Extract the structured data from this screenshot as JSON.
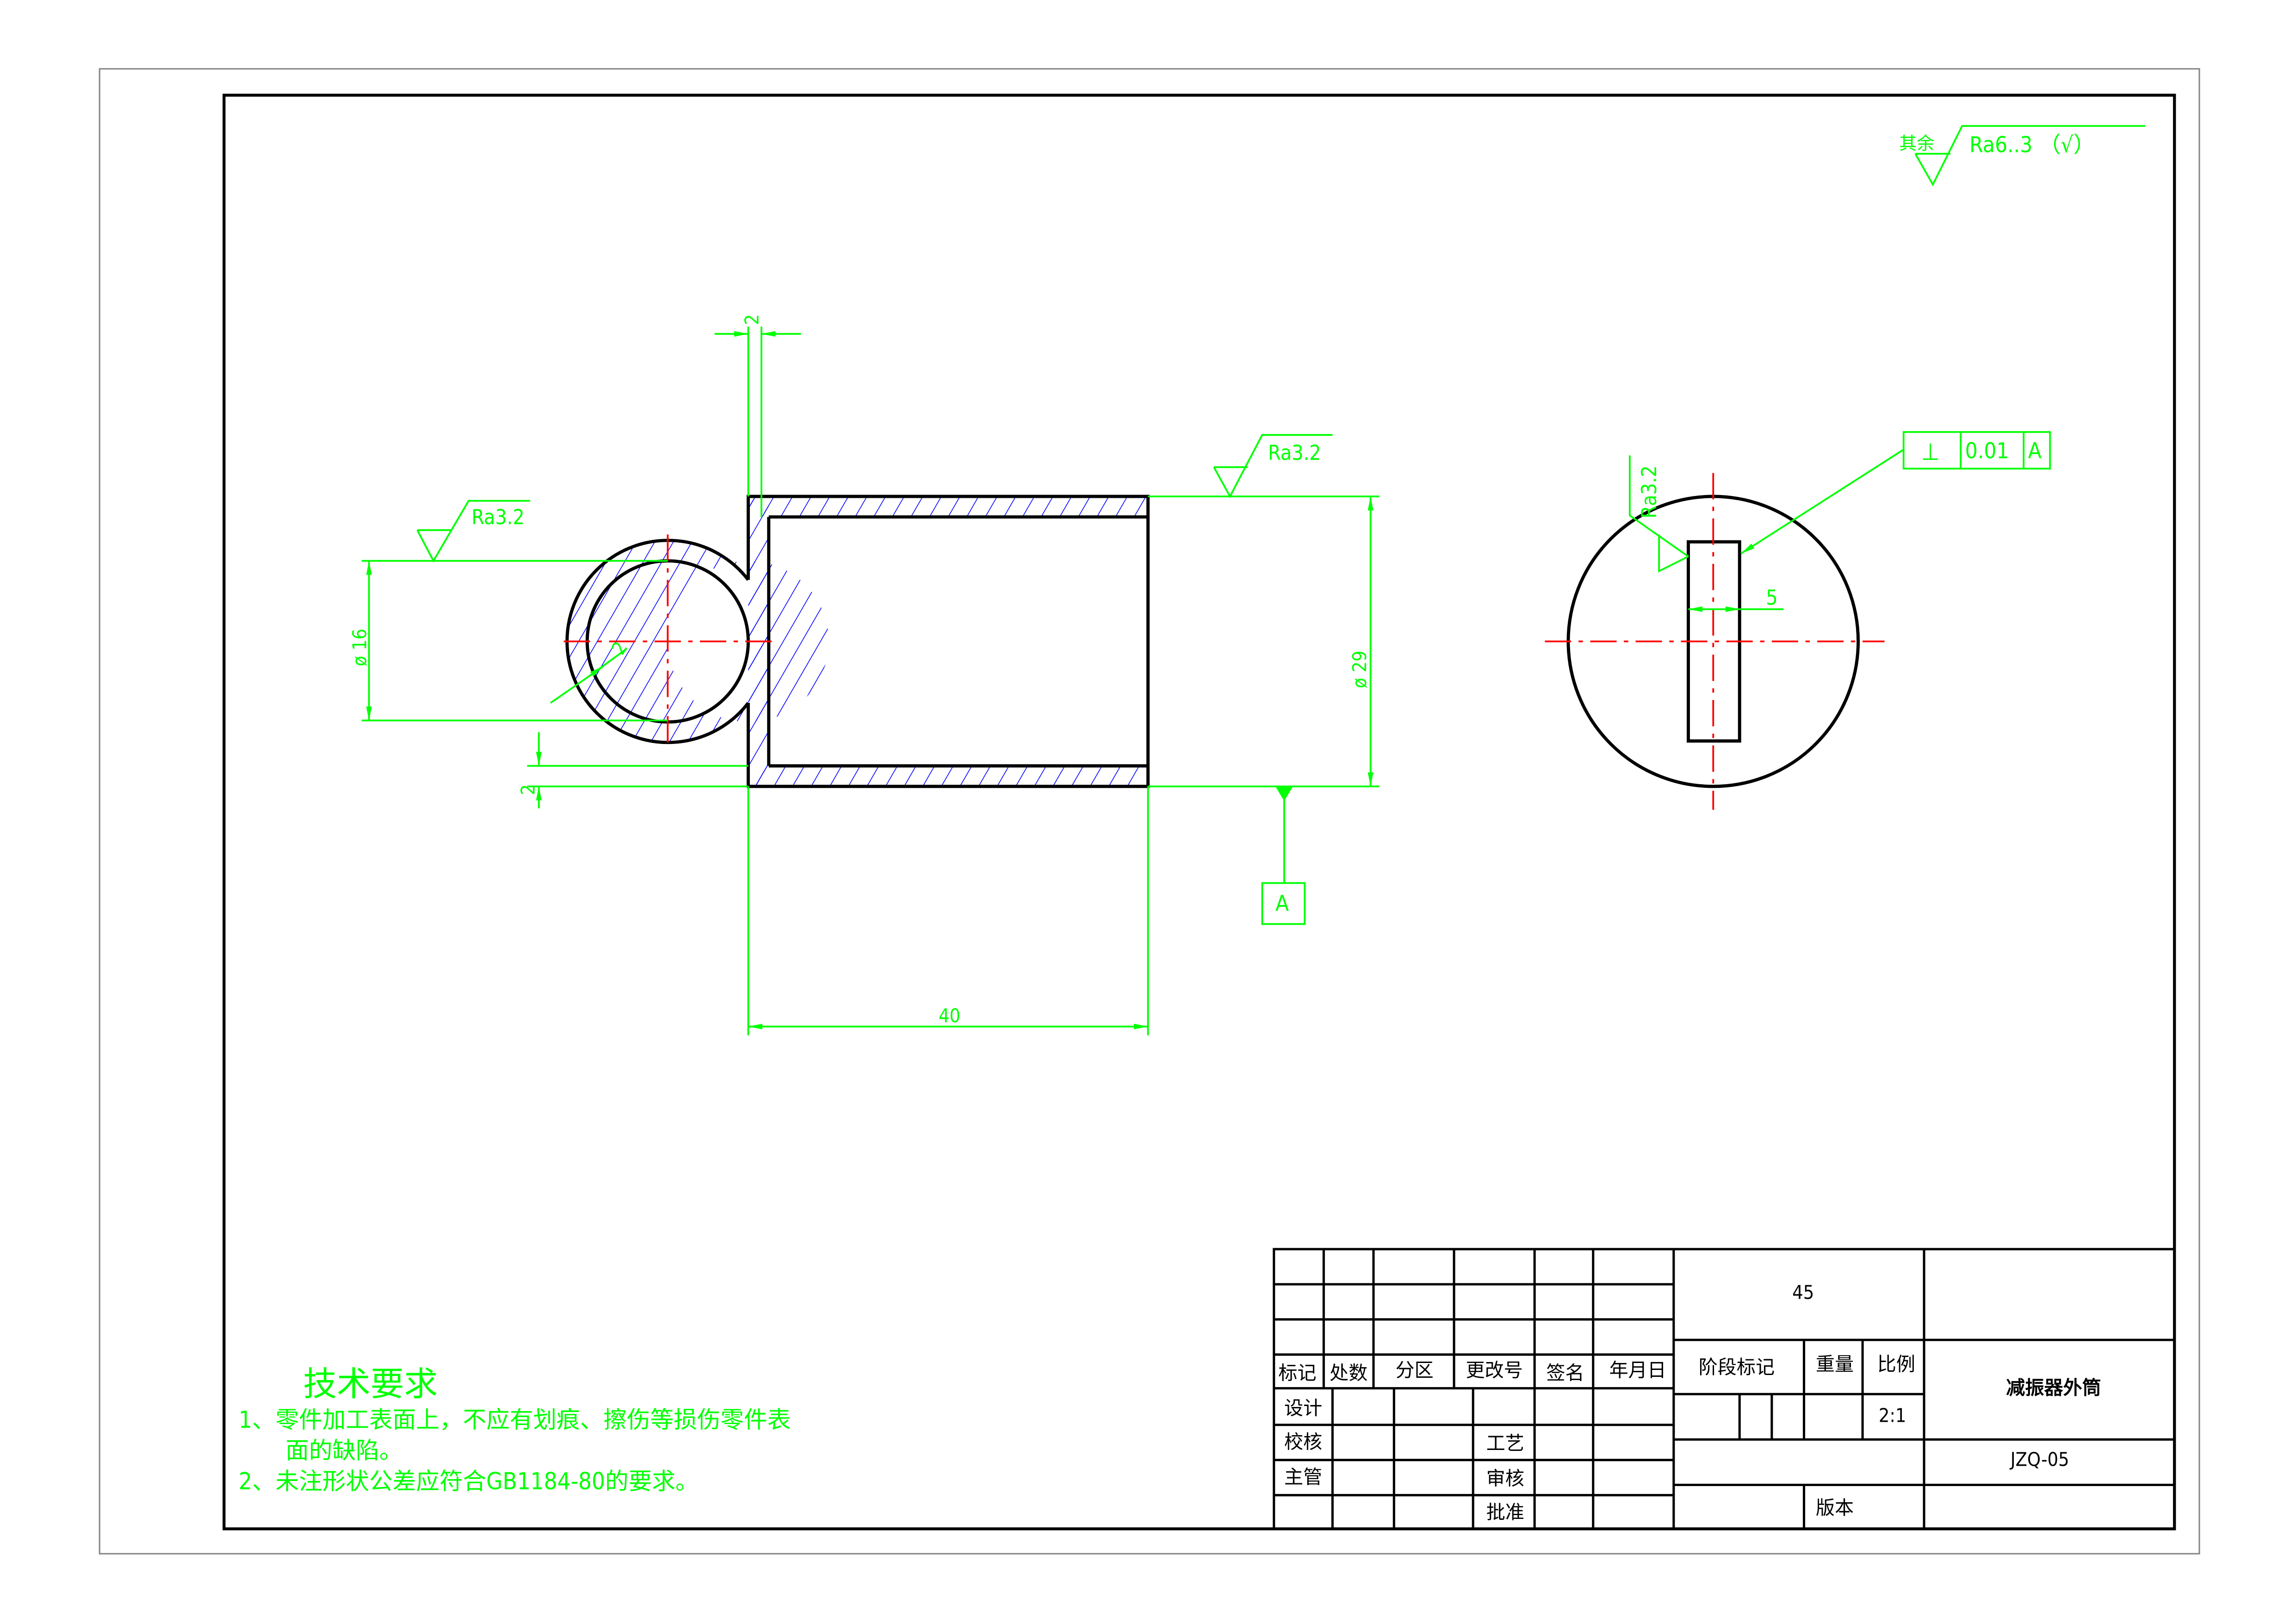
{
  "colors": {
    "dimension": "#00ff00",
    "outline": "#000000",
    "centerline": "#ff0000",
    "hatch": "#0000ff"
  },
  "roughness": {
    "general_prefix": "其余",
    "general_value": "Ra6..3 （√）",
    "left_bore": "Ra3.2",
    "outer_tube": "Ra3.2",
    "slot": "Ra3.2"
  },
  "dimensions": {
    "top_wall": "2",
    "bottom_wall": "2",
    "ring_wall": "2",
    "ring_diameter": "ø 16",
    "tube_diameter": "ø 29",
    "length": "40",
    "slot_width": "5"
  },
  "datum": {
    "label": "A"
  },
  "tolerance_frame": {
    "symbol": "⊥",
    "value": "0.01",
    "datum": "A"
  },
  "tech_requirements": {
    "title": "技术要求",
    "line1": "1、零件加工表面上，不应有划痕、擦伤等损伤零件表",
    "line1b": "面的缺陷。",
    "line2": "2、未注形状公差应符合GB1184-80的要求。"
  },
  "title_block": {
    "headers": [
      "标记",
      "处数",
      "分区",
      "更改号",
      "签名",
      "年月日"
    ],
    "roles": [
      "设计",
      "校核",
      "主管"
    ],
    "roles2": [
      "工艺",
      "审核",
      "批准"
    ],
    "material": "45",
    "stage_mark": "阶段标记",
    "weight": "重量",
    "scale_label": "比例",
    "scale_value": "2:1",
    "version": "版本",
    "part_name": "减振器外筒",
    "drawing_number": "JZQ-05"
  }
}
